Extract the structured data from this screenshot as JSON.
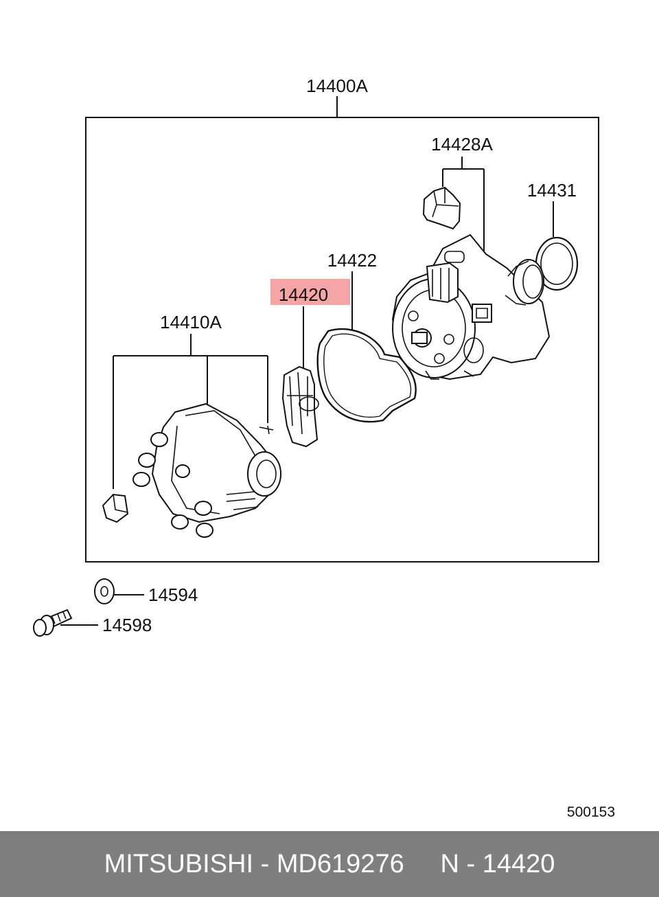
{
  "labels": {
    "assembly": "14400A",
    "housing_kit": "14428A",
    "o_ring": "14431",
    "gasket": "14422",
    "sensor": "14420",
    "cap": "14410A",
    "washer": "14594",
    "bolt": "14598"
  },
  "reference_code": "500153",
  "footer": {
    "brand": "MITSUBISHI",
    "sep1": " - ",
    "part_number": "MD619276",
    "gap": "     ",
    "prefix": "N",
    "sep2": " - ",
    "number": "14420"
  },
  "colors": {
    "highlight": "#f5a5a5",
    "footer_bg": "#7f7f7f",
    "line": "#111111"
  }
}
